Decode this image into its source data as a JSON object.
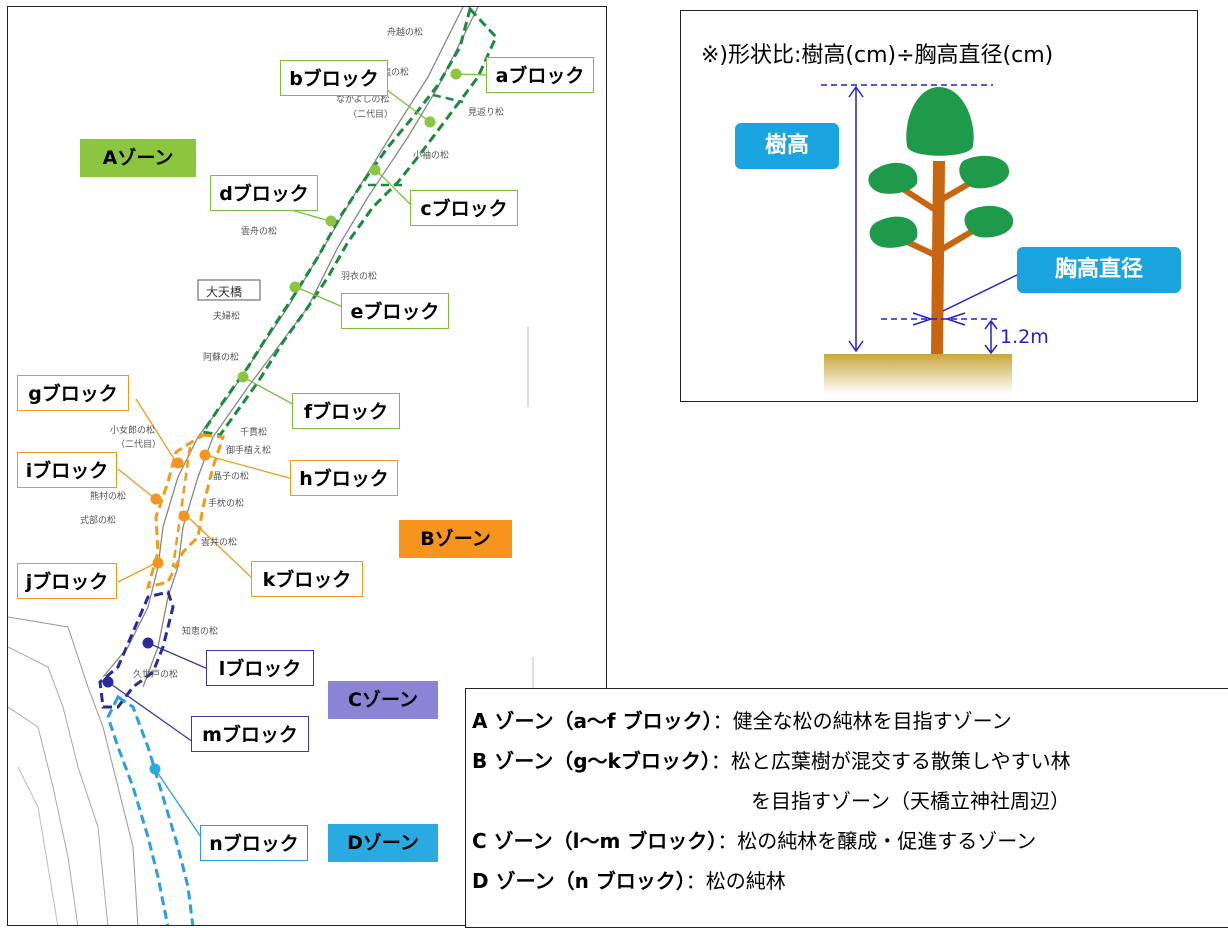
{
  "map": {
    "blocks": [
      {
        "key": "a",
        "label": "aブロック",
        "zone": "A"
      },
      {
        "key": "b",
        "label": "bブロック",
        "zone": "A"
      },
      {
        "key": "c",
        "label": "cブロック",
        "zone": "A"
      },
      {
        "key": "d",
        "label": "dブロック",
        "zone": "A"
      },
      {
        "key": "e",
        "label": "eブロック",
        "zone": "A"
      },
      {
        "key": "f",
        "label": "fブロック",
        "zone": "A"
      },
      {
        "key": "g",
        "label": "gブロック",
        "zone": "B"
      },
      {
        "key": "h",
        "label": "hブロック",
        "zone": "B"
      },
      {
        "key": "i",
        "label": "iブロック",
        "zone": "B"
      },
      {
        "key": "j",
        "label": "jブロック",
        "zone": "B"
      },
      {
        "key": "k",
        "label": "kブロック",
        "zone": "B"
      },
      {
        "key": "l",
        "label": "lブロック",
        "zone": "C"
      },
      {
        "key": "m",
        "label": "mブロック",
        "zone": "C"
      },
      {
        "key": "n",
        "label": "nブロック",
        "zone": "D"
      }
    ],
    "zones": {
      "A": {
        "label": "Aゾーン",
        "color": "#8cc63f"
      },
      "B": {
        "label": "Bゾーン",
        "color": "#f7941d"
      },
      "C": {
        "label": "Cゾーン",
        "color": "#8a84d6"
      },
      "D": {
        "label": "Dゾーン",
        "color": "#29abe2"
      }
    },
    "place_names": {
      "funakoshi": "舟越の松",
      "souryu": "双龍の松",
      "nakayoshi": "なかよしの松",
      "nidaime": "（二代目）",
      "mikaeri": "見返り松",
      "kosode": "小袖の松",
      "kumofune": "雲舟の松",
      "hagoromo": "羽衣の松",
      "daitenkyo": "大天橋",
      "meoto": "夫婦松",
      "aso": "阿蘇の松",
      "chitose": "千貫松",
      "kojoro": "小女郎の松",
      "kojoro2": "（二代目）",
      "oteue": "御手植え松",
      "akiko": "晶子の松",
      "kumura": "熊村の松",
      "shikibu": "式部の松",
      "tamakura": "手枕の松",
      "kumoi": "雲井の松",
      "chie": "知恵の松",
      "kuse": "久世戸の松"
    },
    "colors": {
      "zoneA_line": "#1a8a3c",
      "zoneB_line": "#f39a18",
      "zoneC_line": "#2a2a9a",
      "zoneD_line": "#2a9ee0"
    }
  },
  "diagram": {
    "title": "※)形状比:樹高(cm)÷胸高直径(cm)",
    "tree_height_label": "樹高",
    "dbh_label": "胸高直径",
    "height_measure": "1.2m",
    "colors": {
      "pill": "#1aa4e0",
      "foliage": "#1e9a4a",
      "trunk": "#c8650f",
      "ground": "#c9a63a",
      "dim": "#2222cc"
    }
  },
  "legend": {
    "lines": [
      {
        "head": "A ゾーン（a～f ブロック）",
        "text": "：健全な松の純林を目指すゾーン"
      },
      {
        "head": "B ゾーン（g～kブロック）",
        "text": "：松と広葉樹が混交する散策しやすい林"
      },
      {
        "head": "",
        "text": "を目指すゾーン（天橋立神社周辺）"
      },
      {
        "head": "C ゾーン（l～m ブロック）",
        "text": "：松の純林を醸成・促進するゾーン"
      },
      {
        "head": "D ゾーン（n ブロック）",
        "text": "：松の純林"
      }
    ]
  }
}
